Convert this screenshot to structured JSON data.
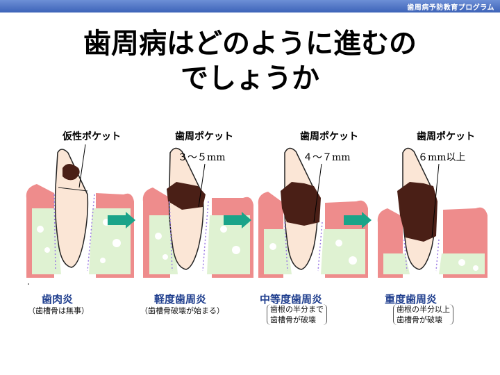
{
  "header": {
    "program_label": "歯周病予防教育プログラム"
  },
  "title": {
    "line1": "歯周病はどのように進むの",
    "line2": "でしょうか"
  },
  "stages": [
    {
      "pocket": "仮性ポケット",
      "depth": "",
      "name": "歯肉炎",
      "desc1": "（歯槽骨は無事）",
      "desc2": ""
    },
    {
      "pocket": "歯周ポケット",
      "depth": "３～５mm",
      "name": "軽度歯周炎",
      "desc1": "（歯槽骨破壊が始まる）",
      "desc2": ""
    },
    {
      "pocket": "歯周ポケット",
      "depth": "４～７mm",
      "name": "中等度歯周炎",
      "desc1": "歯根の半分まで",
      "desc2": "歯槽骨が破壊"
    },
    {
      "pocket": "歯周ポケット",
      "depth": "６mm以上",
      "name": "重度歯周炎",
      "desc1": "歯根の半分以上",
      "desc2": "歯槽骨が破壊"
    }
  ],
  "colors": {
    "header": "#3d63b8",
    "gum": "#ee8c8c",
    "gum_light": "#f6c1bd",
    "bone": "#dff2d2",
    "tooth": "#fbe6d6",
    "plaque": "#4a1f16",
    "arrow": "#1aa489",
    "stage_name": "#1f3e8e"
  }
}
